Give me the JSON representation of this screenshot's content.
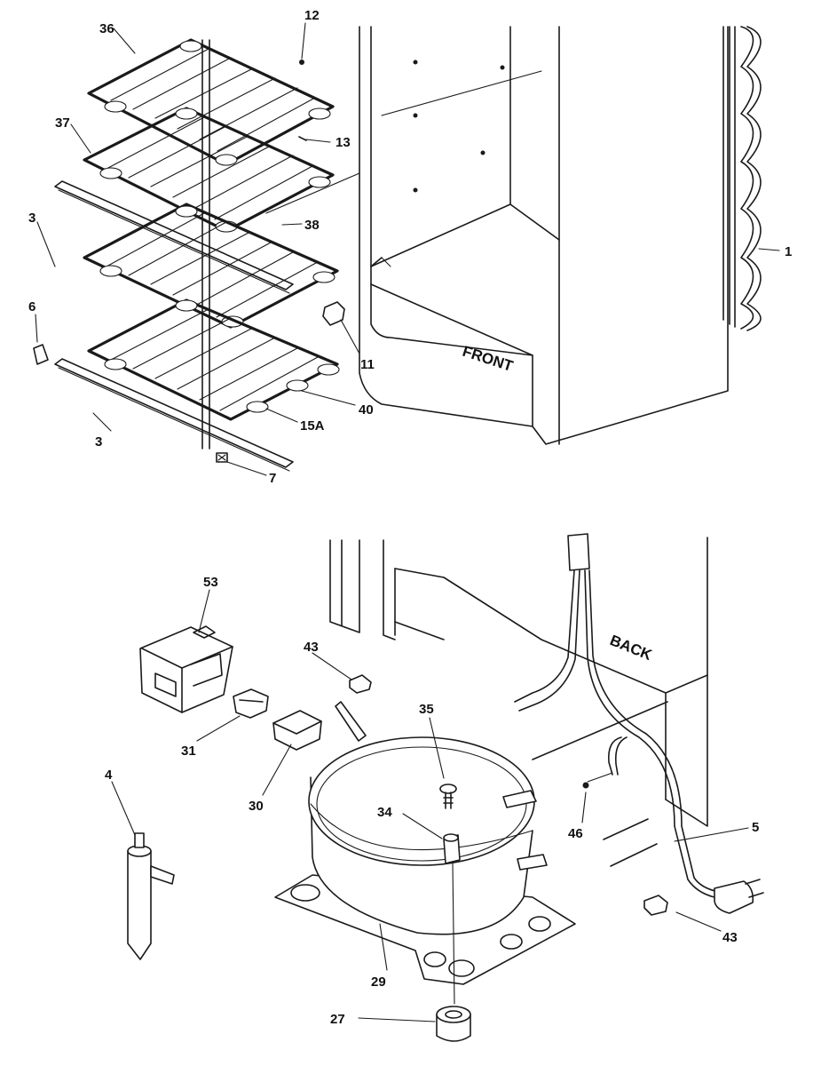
{
  "diagram": {
    "text_labels": {
      "front": "FRONT",
      "back": "BACK"
    },
    "callouts": {
      "c36": "36",
      "c12": "12",
      "c37": "37",
      "c13": "13",
      "c3a": "3",
      "c38": "38",
      "c1": "1",
      "c6": "6",
      "c11": "11",
      "c40": "40",
      "c15a": "15A",
      "c3b": "3",
      "c7": "7",
      "c53": "53",
      "c43a": "43",
      "c35": "35",
      "c31": "31",
      "c30": "30",
      "c4": "4",
      "c34": "34",
      "c46": "46",
      "c5": "5",
      "c43b": "43",
      "c29": "29",
      "c27": "27"
    }
  }
}
